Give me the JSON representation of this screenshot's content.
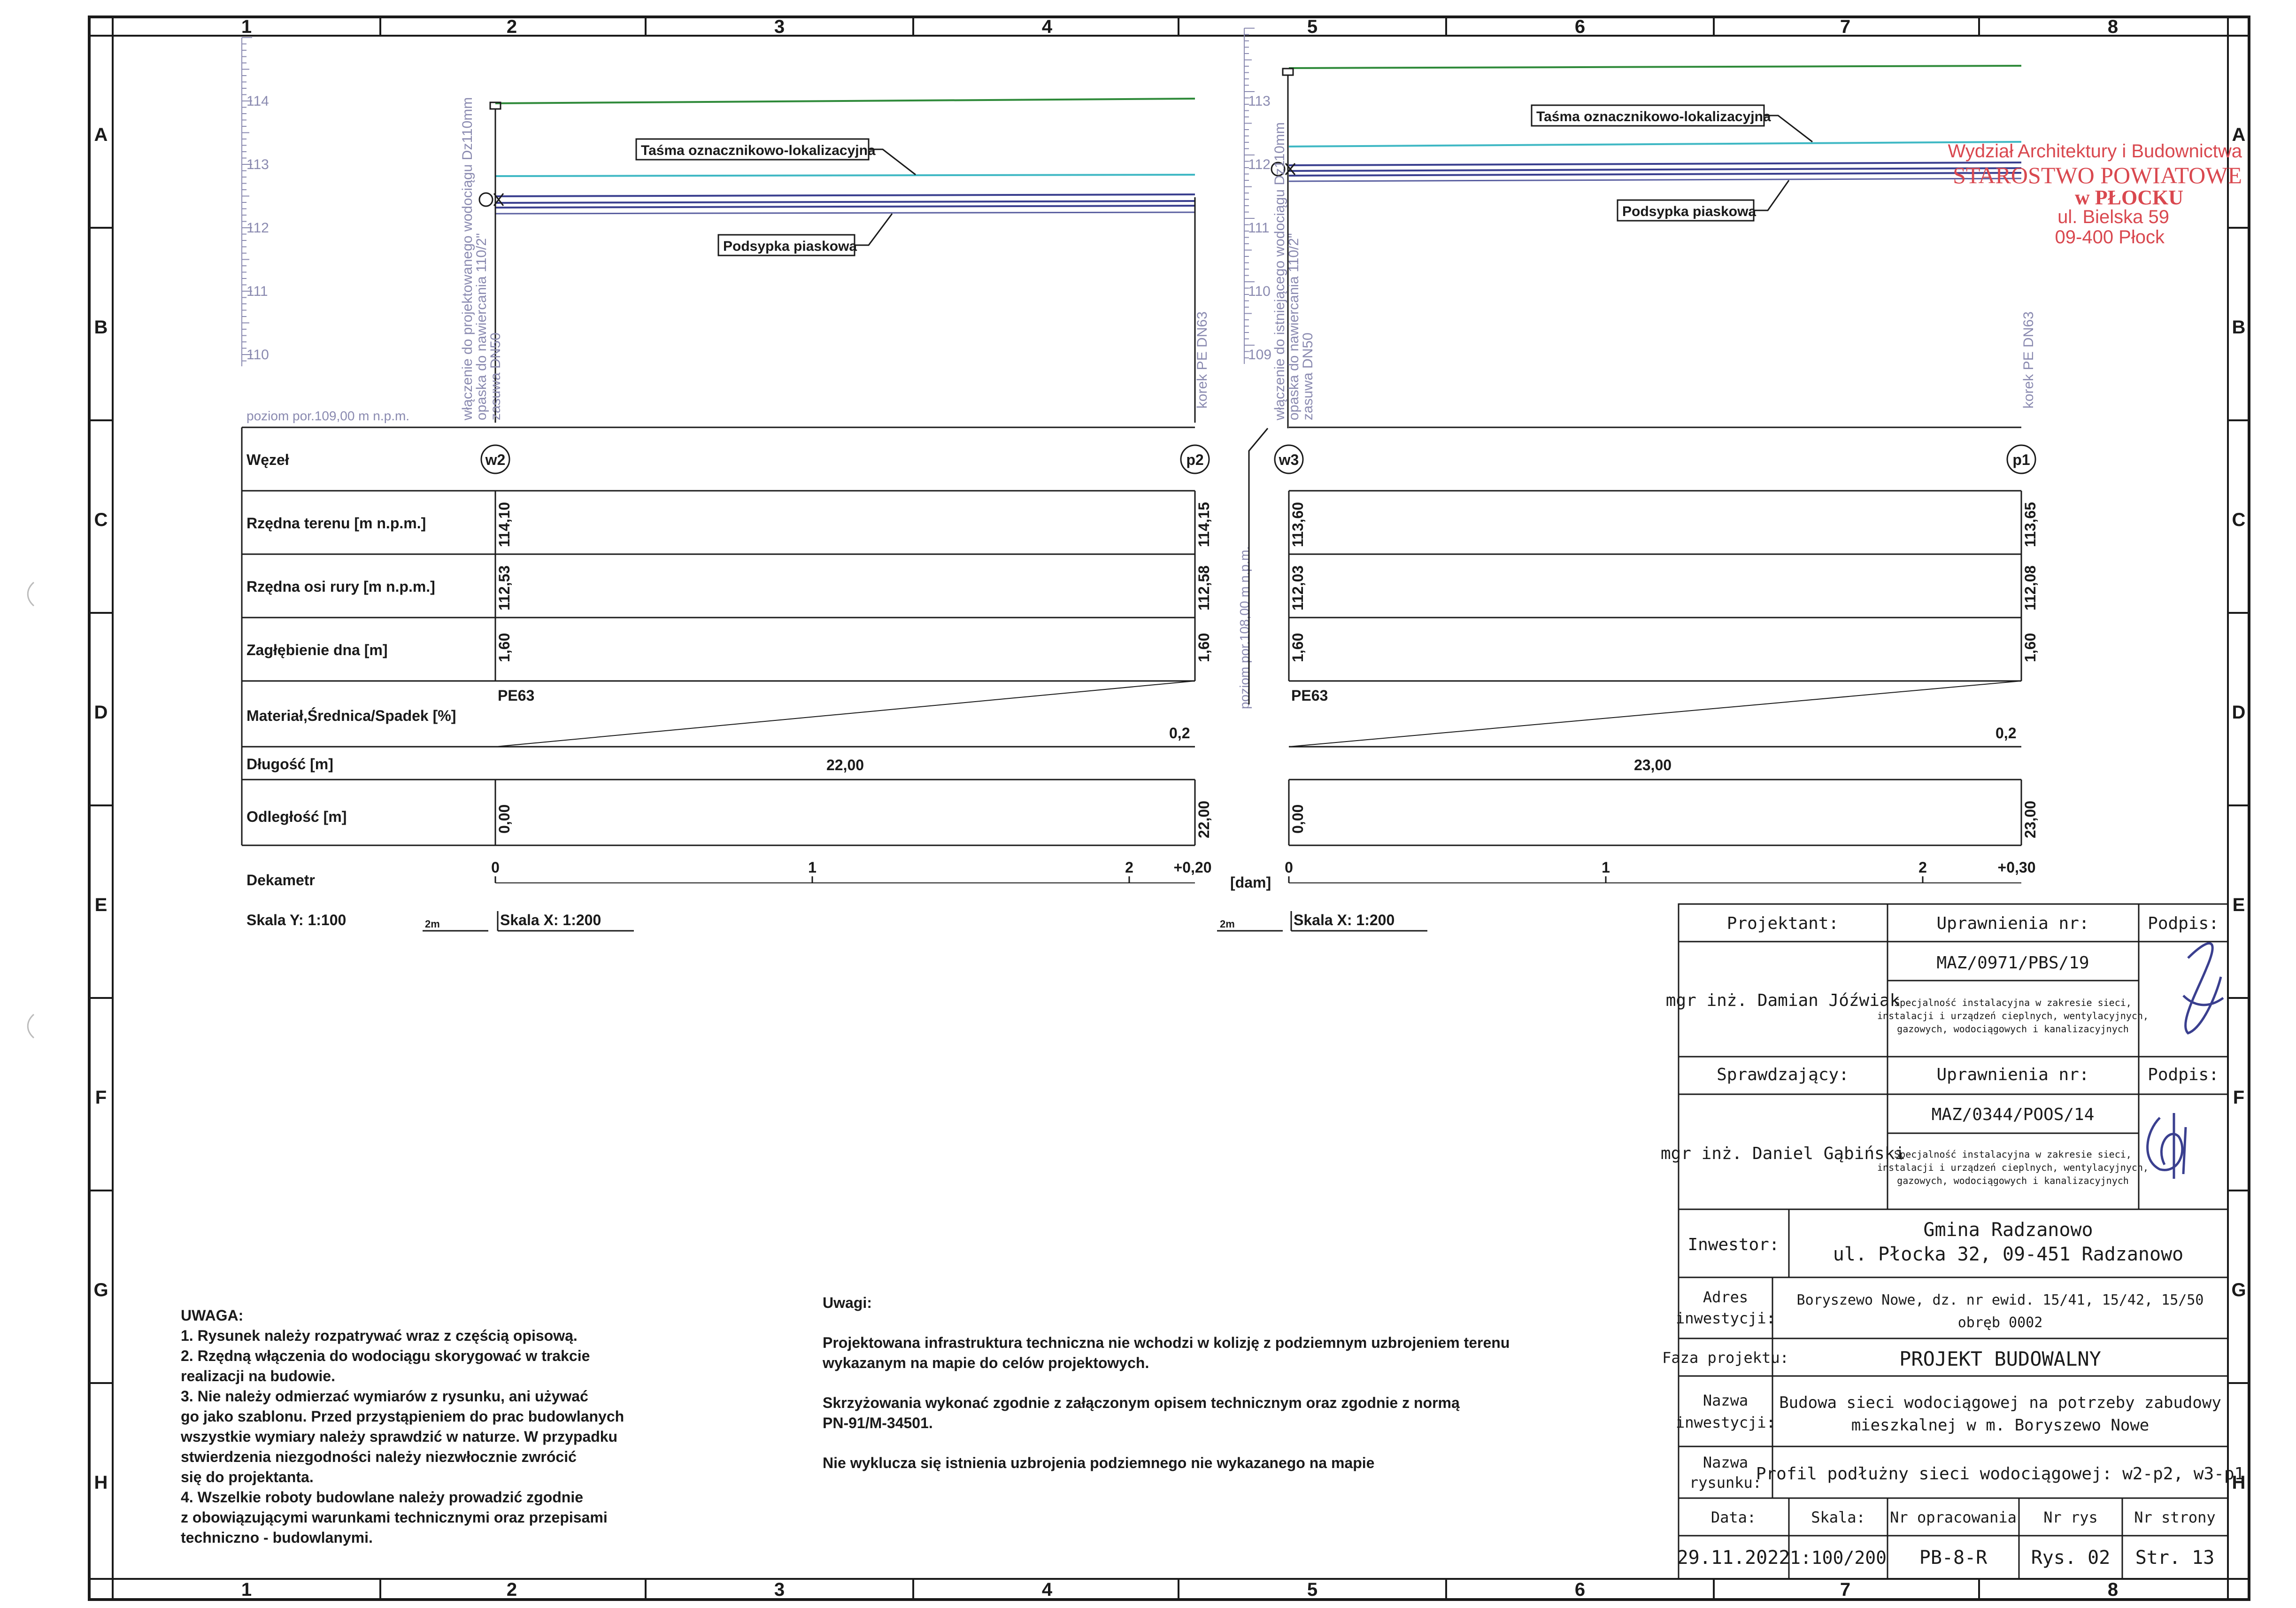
{
  "frame": {
    "cols": [
      "1",
      "2",
      "3",
      "4",
      "5",
      "6",
      "7",
      "8"
    ],
    "rows": [
      "A",
      "B",
      "C",
      "D",
      "E",
      "F",
      "G",
      "H"
    ]
  },
  "profile_left": {
    "elev_ticks": [
      "114",
      "113",
      "112",
      "111",
      "110"
    ],
    "datum_label": "poziom por.109,00 m n.p.m.",
    "callout_tape": "Taśma oznacznikowo-lokalizacyjna",
    "callout_sand": "Podsypka piaskowa",
    "vlabel_start": [
      "włączenie do projektowanego wodociągu Dz110mm",
      "opaska do nawiercania 110/2\"",
      "zasuwa DN50"
    ],
    "vlabel_end": "korek PE DN63",
    "node_start": "w2",
    "node_end": "p2",
    "terrain": [
      "114,10",
      "114,15"
    ],
    "pipe_axis": [
      "112,53",
      "112,58"
    ],
    "depth": [
      "1,60",
      "1,60"
    ],
    "material": "PE63",
    "slope": "0,2",
    "length": "22,00",
    "distance": [
      "0,00",
      "22,00"
    ],
    "dekametr": [
      "0",
      "1",
      "2",
      "+0,20"
    ],
    "scale_y": "Skala Y: 1:100",
    "scale_x": "Skala X: 1:200",
    "scale_bar": "2m"
  },
  "row_labels": [
    "Węzeł",
    "Rzędna terenu [m n.p.m.]",
    "Rzędna osi rury [m n.p.m.]",
    "Zagłębienie dna [m]",
    "Materiał,Średnica/Spadek [%]",
    "Długość [m]",
    "Odległość [m]"
  ],
  "dekametr_label": "Dekametr",
  "dam_label": "[dam]",
  "profile_right": {
    "elev_ticks": [
      "113",
      "112",
      "111",
      "110",
      "109"
    ],
    "datum_label": "poziom por.108,00 m n.p.m.",
    "callout_tape": "Taśma oznacznikowo-lokalizacyjna",
    "callout_sand": "Podsypka piaskowa",
    "vlabel_start": [
      "włączenie do istniejącego wodociągu Dz110mm",
      "opaska do nawiercania 110/2\"",
      "zasuwa DN50"
    ],
    "vlabel_end": "korek PE DN63",
    "node_start": "w3",
    "node_end": "p1",
    "terrain": [
      "113,60",
      "113,65"
    ],
    "pipe_axis": [
      "112,03",
      "112,08"
    ],
    "depth": [
      "1,60",
      "1,60"
    ],
    "material": "PE63",
    "slope": "0,2",
    "length": "23,00",
    "distance": [
      "0,00",
      "23,00"
    ],
    "dekametr": [
      "0",
      "1",
      "2",
      "+0,30"
    ],
    "scale_x": "Skala X: 1:200",
    "scale_bar": "2m"
  },
  "stamp": {
    "line1": "Wydział Architektury i Budownictwa",
    "line2": "STAROSTWO POWIATOWE",
    "line3": "w PŁOCKU",
    "line4": "ul. Bielska 59",
    "line5": "09-400 Płock",
    "color": "#d9484f"
  },
  "notes_left": {
    "title": "UWAGA:",
    "lines": [
      "1. Rysunek należy rozpatrywać wraz z częścią opisową.",
      "2. Rzędną włączenia do wodociągu skorygować w trakcie",
      "realizacji na budowie.",
      "3. Nie należy odmierzać wymiarów z rysunku, ani używać",
      "go jako szablonu. Przed przystąpieniem do prac budowlanych",
      "wszystkie wymiary należy sprawdzić w naturze. W przypadku",
      "stwierdzenia niezgodności należy niezwłocznie zwrócić",
      "się do projektanta.",
      "4. Wszelkie roboty budowlane należy prowadzić zgodnie",
      "z obowiązującymi warunkami technicznymi oraz przepisami",
      "techniczno - budowlanymi."
    ]
  },
  "notes_mid": {
    "title": "Uwagi:",
    "lines": [
      "Projektowana infrastruktura techniczna nie wchodzi w kolizję z podziemnym uzbrojeniem terenu",
      "wykazanym na mapie do celów projektowych.",
      "Skrzyżowania wykonać zgodnie z załączonym opisem technicznym oraz zgodnie z normą",
      "PN-91/M-34501.",
      "Nie wyklucza się istnienia uzbrojenia podziemnego nie wykazanego na mapie"
    ]
  },
  "titleblock": {
    "projektant_label": "Projektant:",
    "uprawnienia_label": "Uprawnienia nr:",
    "podpis_label": "Podpis:",
    "projektant_name": "mgr inż. Damian Jóźwiak",
    "projektant_nr": "MAZ/0971/PBS/19",
    "spec_lines": [
      "Specjalność instalacyjna w zakresie sieci,",
      "instalacji i urządzeń cieplnych, wentylacyjnych,",
      "gazowych, wodociągowych i kanalizacyjnych"
    ],
    "sprawdzajacy_label": "Sprawdzający:",
    "sprawdzajacy_name": "mgr inż. Daniel Gąbiński",
    "sprawdzajacy_nr": "MAZ/0344/POOS/14",
    "inwestor_label": "Inwestor:",
    "inwestor_l1": "Gmina Radzanowo",
    "inwestor_l2": "ul. Płocka 32, 09-451 Radzanowo",
    "adres_label_l1": "Adres",
    "adres_label_l2": "inwestycji:",
    "adres_l1": "Boryszewo Nowe, dz. nr ewid. 15/41, 15/42, 15/50",
    "adres_l2": "obręb 0002",
    "faza_label": "Faza projektu:",
    "faza": "PROJEKT BUDOWALNY",
    "nazwa_inw_label_l1": "Nazwa",
    "nazwa_inw_label_l2": "inwestycji:",
    "nazwa_inw_l1": "Budowa sieci wodociągowej na potrzeby zabudowy",
    "nazwa_inw_l2": "mieszkalnej w m. Boryszewo Nowe",
    "nazwa_rys_label_l1": "Nazwa",
    "nazwa_rys_label_l2": "rysunku:",
    "nazwa_rys": "Profil podłużny sieci wodociągowej: w2-p2, w3-p1",
    "data_label": "Data:",
    "skala_label": "Skala:",
    "nr_opr_label": "Nr opracowania",
    "nr_rys_label": "Nr rys",
    "nr_str_label": "Nr strony",
    "data": "29.11.2022",
    "skala": "1:100/200",
    "nr_opr": "PB-8-R",
    "nr_rys": "Rys. 02",
    "nr_str": "Str. 13"
  },
  "colors": {
    "line": "#1a1a1a",
    "blue": "#3a3f8f",
    "green": "#2f8a3a",
    "cyan": "#3fb8c4",
    "grey": "#8a8ab0"
  }
}
